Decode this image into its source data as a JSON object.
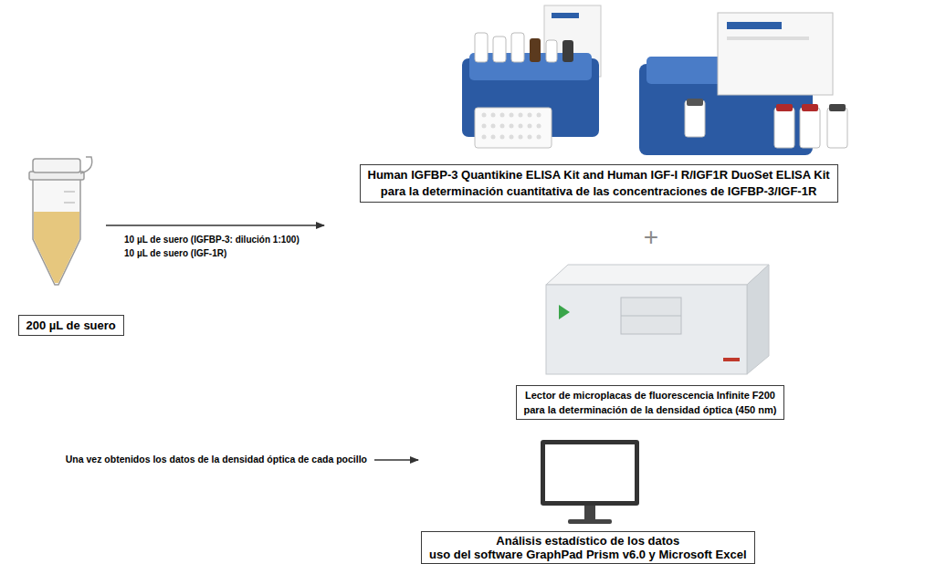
{
  "diagram": {
    "nodes": [
      {
        "text": [
          "200 µL de suero"
        ]
      },
      {
        "text": [
          "Human IGFBP-3 Quantikine ELISA Kit and Human IGF-I R/IGF1R DuoSet ELISA Kit",
          "para la determinación cuantitativa de las concentraciones de IGFBP-3/IGF-1R"
        ]
      },
      {
        "text": [
          "Lector de microplacas de fluorescencia Infinite F200",
          "para la determinación de la densidad óptica (450 nm)"
        ]
      },
      {
        "text": [
          "Análisis estadístico de los datos",
          "uso del software GraphPad Prism v6.0 y Microsoft Excel"
        ]
      }
    ],
    "labels": [
      "10 µL de suero (IGFBP-3: dilución 1:100)",
      "10 µL de suero (IGF-1R)",
      "+",
      "Una vez obtenidos los datos de la densidad óptica de cada pocillo"
    ]
  }
}
